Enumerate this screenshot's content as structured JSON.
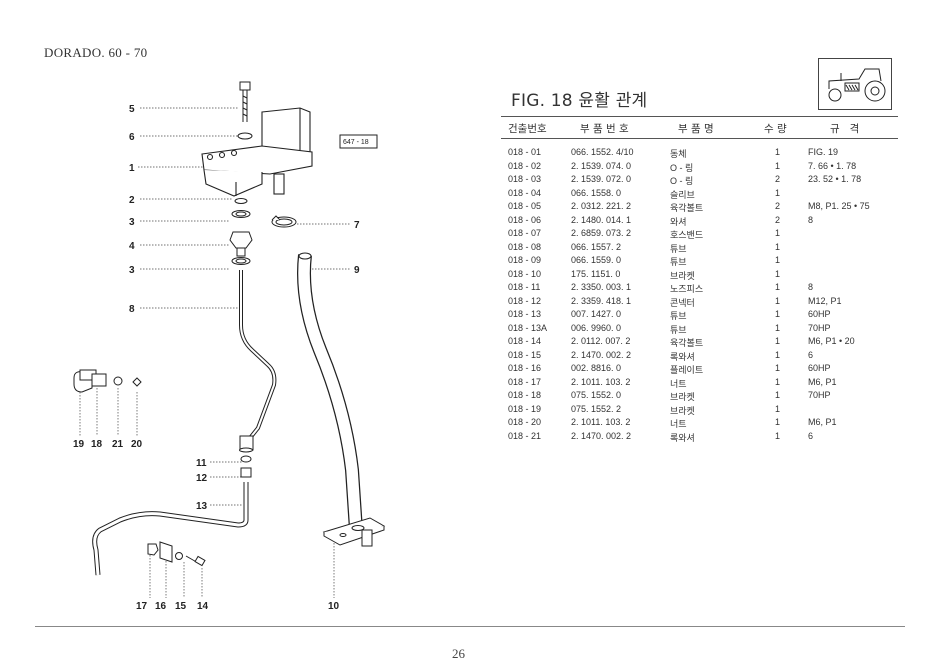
{
  "header": {
    "model": "DORADO. 60 - 70"
  },
  "figure": {
    "title": "FIG. 18 윤활 관계",
    "ref_code": "647 - 18"
  },
  "table": {
    "headers": [
      "건출번호",
      "부 품 번 호",
      "부 품 명",
      "수 량",
      "규   격"
    ],
    "rows": [
      {
        "code": "018 - 01",
        "part": "066. 1552. 4/10",
        "name": "동체",
        "qty": "1",
        "spec": "FIG. 19"
      },
      {
        "code": "018 - 02",
        "part": "2. 1539. 074. 0",
        "name": "O - 링",
        "qty": "1",
        "spec": "7. 66 • 1. 78"
      },
      {
        "code": "018 - 03",
        "part": "2. 1539. 072. 0",
        "name": "O - 링",
        "qty": "2",
        "spec": "23. 52 • 1. 78"
      },
      {
        "code": "018 - 04",
        "part": "066. 1558. 0",
        "name": "슬리브",
        "qty": "1",
        "spec": ""
      },
      {
        "code": "018 - 05",
        "part": "2. 0312. 221. 2",
        "name": "육각볼트",
        "qty": "2",
        "spec": "M8, P1. 25 • 75"
      },
      {
        "code": "018 - 06",
        "part": "2. 1480. 014. 1",
        "name": "와셔",
        "qty": "2",
        "spec": "8"
      },
      {
        "code": "018 - 07",
        "part": "2. 6859. 073. 2",
        "name": "호스밴드",
        "qty": "1",
        "spec": ""
      },
      {
        "code": "018 - 08",
        "part": "066. 1557. 2",
        "name": "튜브",
        "qty": "1",
        "spec": ""
      },
      {
        "code": "018 - 09",
        "part": "066. 1559. 0",
        "name": "튜브",
        "qty": "1",
        "spec": ""
      },
      {
        "code": "018 - 10",
        "part": "175. 1151. 0",
        "name": "브라켓",
        "qty": "1",
        "spec": ""
      },
      {
        "code": "018 - 11",
        "part": "2. 3350. 003. 1",
        "name": "노즈피스",
        "qty": "1",
        "spec": "8"
      },
      {
        "code": "018 - 12",
        "part": "2. 3359. 418. 1",
        "name": "콘넥터",
        "qty": "1",
        "spec": "M12, P1"
      },
      {
        "code": "018 - 13",
        "part": "007. 1427. 0",
        "name": "튜브",
        "qty": "1",
        "spec": "60HP"
      },
      {
        "code": "018 - 13A",
        "part": "006. 9960. 0",
        "name": "튜브",
        "qty": "1",
        "spec": "70HP"
      },
      {
        "code": "018 - 14",
        "part": "2. 0112. 007. 2",
        "name": "육각볼트",
        "qty": "1",
        "spec": "M6, P1 • 20"
      },
      {
        "code": "018 - 15",
        "part": "2. 1470. 002. 2",
        "name": "록와셔",
        "qty": "1",
        "spec": "6"
      },
      {
        "code": "018 - 16",
        "part": "002. 8816. 0",
        "name": "플레이트",
        "qty": "1",
        "spec": "60HP"
      },
      {
        "code": "018 - 17",
        "part": "2. 1011. 103. 2",
        "name": "너트",
        "qty": "1",
        "spec": "M6, P1"
      },
      {
        "code": "018 - 18",
        "part": "075. 1552. 0",
        "name": "브라켓",
        "qty": "1",
        "spec": "70HP"
      },
      {
        "code": "018 - 19",
        "part": "075. 1552. 2",
        "name": "브라켓",
        "qty": "1",
        "spec": ""
      },
      {
        "code": "018 - 20",
        "part": "2. 1011. 103. 2",
        "name": "너트",
        "qty": "1",
        "spec": "M6, P1"
      },
      {
        "code": "018 - 21",
        "part": "2. 1470. 002. 2",
        "name": "록와셔",
        "qty": "1",
        "spec": "6"
      }
    ]
  },
  "diagram_labels": {
    "l5": "5",
    "l6": "6",
    "l1": "1",
    "l2": "2",
    "l3a": "3",
    "l4": "4",
    "l3b": "3",
    "l8": "8",
    "l7": "7",
    "l9": "9",
    "l19": "19",
    "l18": "18",
    "l21": "21",
    "l20": "20",
    "l11": "11",
    "l12": "12",
    "l13": "13",
    "l17": "17",
    "l16": "16",
    "l15": "15",
    "l14": "14",
    "l10": "10"
  },
  "footer": {
    "page_number": "26"
  }
}
